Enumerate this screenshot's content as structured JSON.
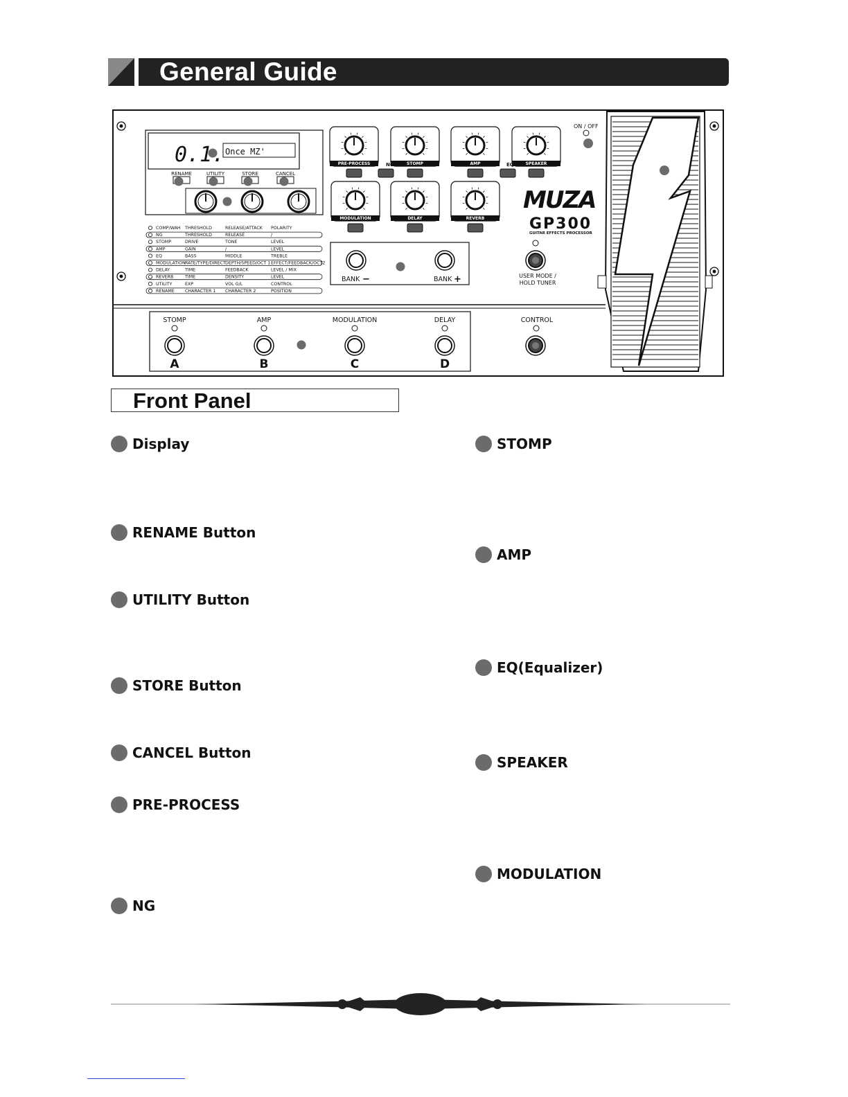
{
  "header": {
    "title": "General Guide"
  },
  "device": {
    "display": {
      "digits": "0.1.",
      "name": "Once MZ'"
    },
    "top_buttons": [
      "RENAME",
      "UTILITY",
      "STORE",
      "CANCEL"
    ],
    "param_rows": [
      [
        "COMP/WAH",
        "THRESHOLD",
        "RELEASE/ATTACK",
        "POLARITY"
      ],
      [
        "NG",
        "THRESHOLD",
        "RELEASE",
        "/"
      ],
      [
        "STOMP",
        "DRIVE",
        "TONE",
        "LEVEL"
      ],
      [
        "AMP",
        "GAIN",
        "/",
        "LEVEL"
      ],
      [
        "EQ",
        "BASS",
        "MIDDLE",
        "TREBLE"
      ],
      [
        "MODULATION",
        "RATE/TYPE/DIRECT",
        "DEPTH/SPEED/OCT 1",
        "EFFECT/FEEDBACK/OCT2"
      ],
      [
        "DELAY",
        "TIME",
        "FEEDBACK",
        "LEVEL / MIX"
      ],
      [
        "REVERB",
        "TIME",
        "DENSITY",
        "LEVEL"
      ],
      [
        "UTILITY",
        "EXP",
        "VOL G/L",
        "CONTROL"
      ],
      [
        "RENAME",
        "CHARACTER 1",
        "CHARACTER 2",
        "POSITION"
      ]
    ],
    "knob_labels": {
      "pre_process": "PRE-PROCESS",
      "ng": "NG",
      "stomp": "STOMP",
      "amp": "AMP",
      "eq": "EQ",
      "speaker": "SPEAKER",
      "modulation": "MODULATION",
      "delay": "DELAY",
      "reverb": "REVERB"
    },
    "brand": {
      "logo": "MUZA",
      "model": "GP300",
      "subtitle": "GUITAR EFFECTS PROCESSOR"
    },
    "power_label": "ON / OFF",
    "bank_down": "BANK",
    "bank_up": "BANK",
    "user_mode_label": [
      "USER MODE /",
      "HOLD TUNER"
    ],
    "footswitches": [
      {
        "name": "STOMP",
        "letter": "A"
      },
      {
        "name": "AMP",
        "letter": "B"
      },
      {
        "name": "MODULATION",
        "letter": "C"
      },
      {
        "name": "DELAY",
        "letter": "D"
      }
    ],
    "control_label": "CONTROL"
  },
  "front_panel": {
    "title": "Front Panel"
  },
  "guide_left": [
    "Display",
    "RENAME Button",
    "UTILITY Button",
    "STORE Button",
    "CANCEL Button",
    "PRE-PROCESS",
    "NG"
  ],
  "guide_right": [
    "STOMP",
    "AMP",
    "EQ(Equalizer)",
    "SPEAKER",
    "MODULATION"
  ],
  "colors": {
    "banner": "#222222",
    "marker": "#6b6b6b",
    "link": "#2a4fd8"
  }
}
